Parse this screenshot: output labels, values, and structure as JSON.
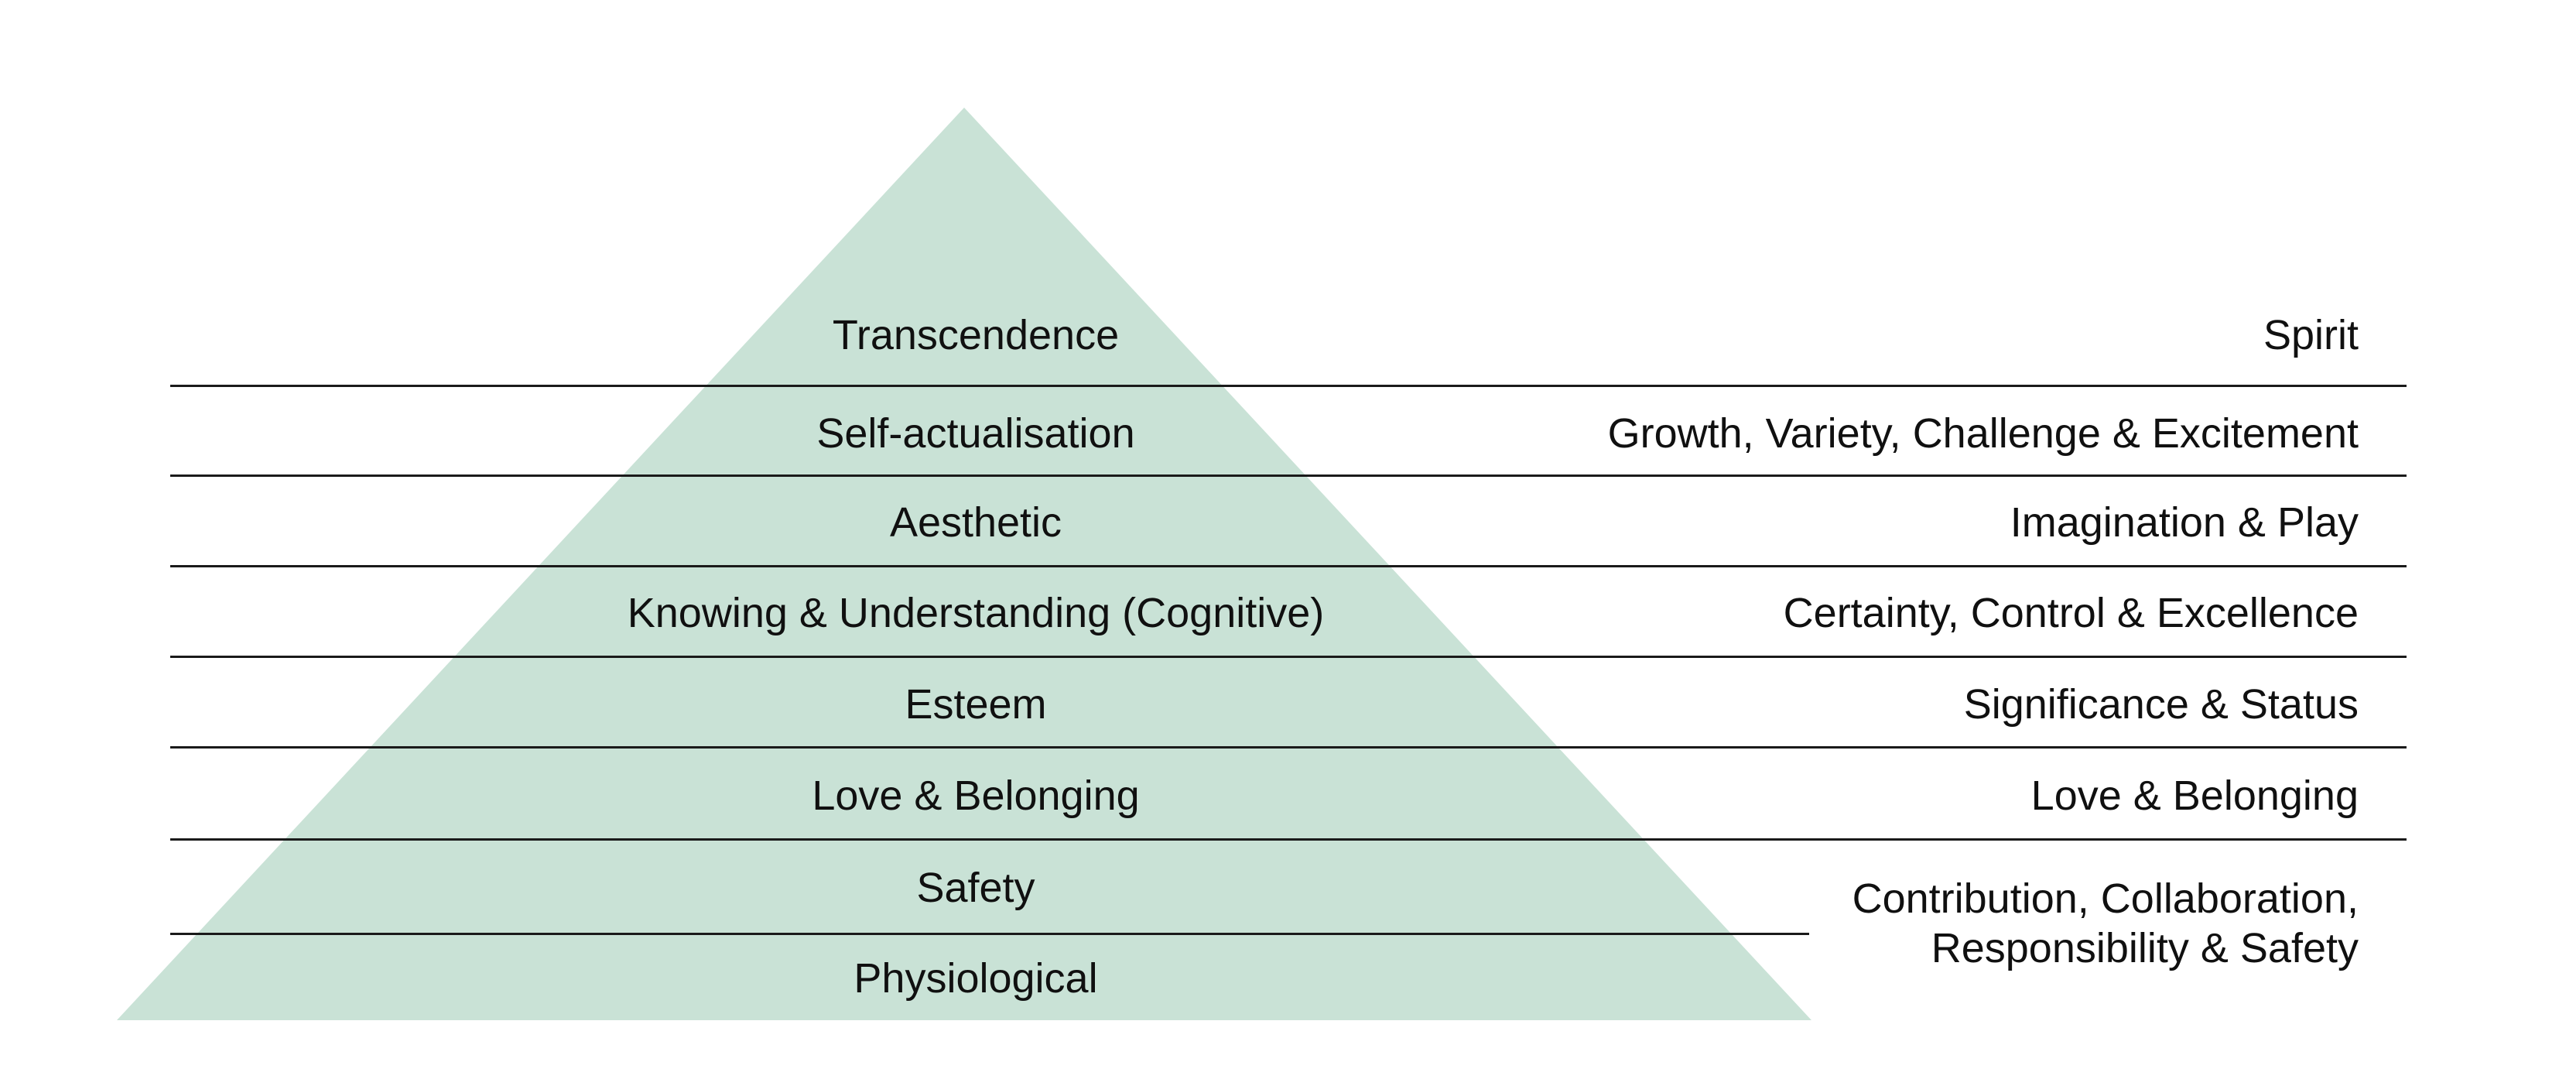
{
  "diagram": {
    "type": "needs-pyramid-mapping",
    "colors": {
      "pyramid_fill": "#c9e2d6",
      "divider_line": "#1a1a1a",
      "text": "#101010",
      "background": "#ffffff"
    },
    "pyramid_levels": [
      "Transcendence",
      "Self-actualisation",
      "Aesthetic",
      "Knowing & Understanding (Cognitive)",
      "Esteem",
      "Love & Belonging",
      "Safety",
      "Physiological"
    ],
    "right_mappings": [
      "Spirit",
      "Growth, Variety, Challenge & Excitement",
      "Imagination & Play",
      "Certainty, Control & Excellence",
      "Significance & Status",
      "Love & Belonging"
    ],
    "right_bottom_mapping": {
      "line1": "Contribution, Collaboration,",
      "line2": "Responsibility & Safety"
    }
  }
}
